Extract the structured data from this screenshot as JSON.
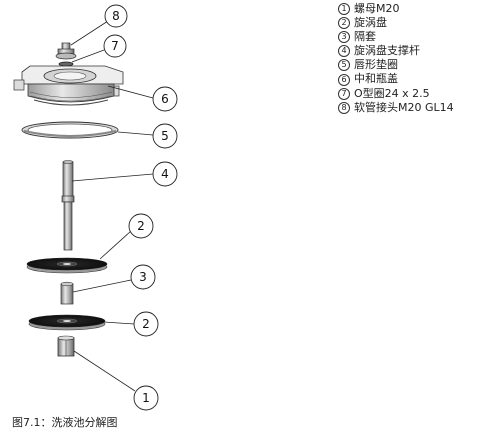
{
  "legend": [
    {
      "num": "1",
      "text": "螺母M20"
    },
    {
      "num": "2",
      "text": "旋涡盘"
    },
    {
      "num": "3",
      "text": "隔套"
    },
    {
      "num": "4",
      "text": "旋涡盘支撑杆"
    },
    {
      "num": "5",
      "text": "唇形垫圈"
    },
    {
      "num": "6",
      "text": "中和瓶盖"
    },
    {
      "num": "7",
      "text": "O型圈24 x 2.5"
    },
    {
      "num": "8",
      "text": "软管接头M20 GL14"
    }
  ],
  "callouts": {
    "c8": "8",
    "c7": "7",
    "c6": "6",
    "c5": "5",
    "c4": "4",
    "c2a": "2",
    "c3": "3",
    "c2b": "2",
    "c1": "1"
  },
  "caption": "图7.1：洗液池分解图"
}
